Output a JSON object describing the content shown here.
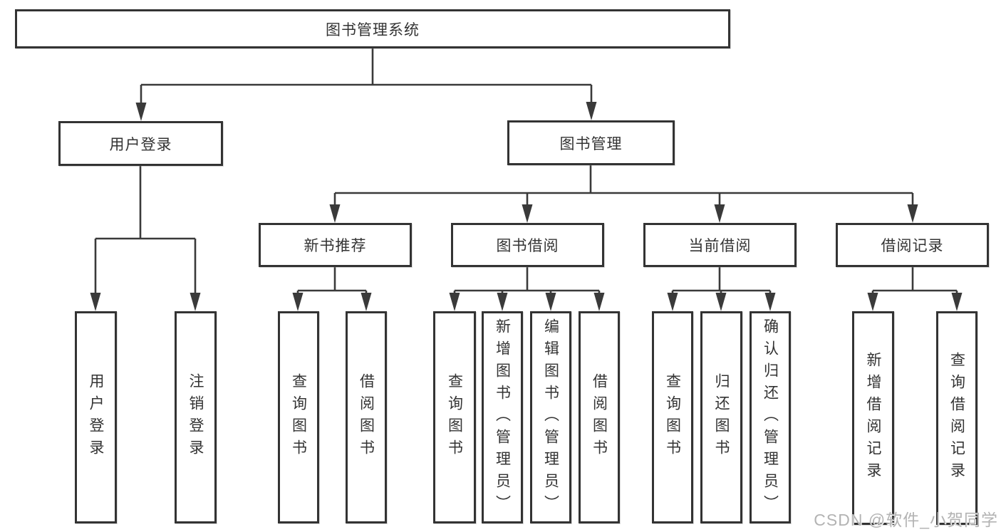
{
  "diagram_title": "图书管理系统",
  "nodes": {
    "root": "图书管理系统",
    "user_login": "用户登录",
    "book_mgmt": "图书管理",
    "new_book_rec": "新书推荐",
    "book_borrow": "图书借阅",
    "current_borrow": "当前借阅",
    "borrow_record": "借阅记录"
  },
  "leaves": [
    "用户登录",
    "注销登录",
    "查询图书",
    "借阅图书",
    "查询图书",
    "新增图书（管理员）",
    "编辑图书（管理员）",
    "借阅图书",
    "查询图书",
    "归还图书",
    "确认归还（管理员）",
    "新增借阅记录",
    "查询借阅记录"
  ],
  "structure": {
    "图书管理系统": [
      "用户登录",
      "图书管理"
    ],
    "用户登录": [
      "用户登录",
      "注销登录"
    ],
    "图书管理": [
      "新书推荐",
      "图书借阅",
      "当前借阅",
      "借阅记录"
    ],
    "新书推荐": [
      "查询图书",
      "借阅图书"
    ],
    "图书借阅": [
      "查询图书",
      "新增图书（管理员）",
      "编辑图书（管理员）",
      "借阅图书"
    ],
    "当前借阅": [
      "查询图书",
      "归还图书",
      "确认归还（管理员）"
    ],
    "借阅记录": [
      "新增借阅记录",
      "查询借阅记录"
    ]
  },
  "watermark": "CSDN @软件_小贺同学",
  "colors": {
    "line": "#3a3a3a",
    "box_border": "#333333",
    "text": "#333333",
    "background": "#ffffff",
    "watermark": "#b3b3b3"
  }
}
